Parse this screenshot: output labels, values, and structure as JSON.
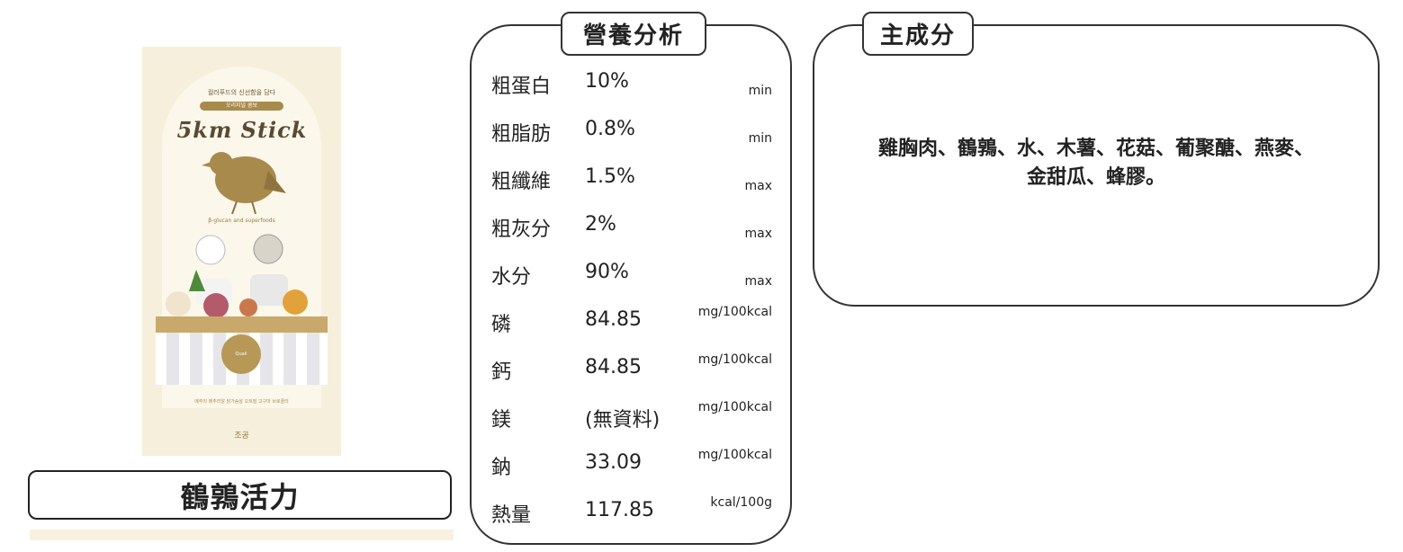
{
  "product": {
    "name": "鶴鶉活力",
    "package": {
      "top_text": "컬러푸드의 신선함을 담다",
      "pill_text": "오리지널 콤보",
      "logo": "5km Stick",
      "sub_text": "β-glucan and superfoods",
      "label_text": "Quail",
      "bottom_text": "메추리 메추리알 닭가슴살 오트밀 고구마 브로콜리",
      "brand": "조공"
    }
  },
  "nutrition": {
    "title": "營養分析",
    "rows": [
      {
        "item": "粗蛋白",
        "value": "10%",
        "unit": "min"
      },
      {
        "item": "粗脂肪",
        "value": "0.8%",
        "unit": "min"
      },
      {
        "item": "粗纖維",
        "value": "1.5%",
        "unit": "max"
      },
      {
        "item": "粗灰分",
        "value": "2%",
        "unit": "max"
      },
      {
        "item": "水分",
        "value": "90%",
        "unit": "max"
      },
      {
        "item": "磷",
        "value": "84.85",
        "unit": "mg/100kcal"
      },
      {
        "item": "鈣",
        "value": "84.85",
        "unit": "mg/100kcal"
      },
      {
        "item": "鎂",
        "value": "(無資料)",
        "unit": "mg/100kcal"
      },
      {
        "item": "鈉",
        "value": "33.09",
        "unit": "mg/100kcal"
      },
      {
        "item": "熱量",
        "value": "117.85",
        "unit": "kcal/100g"
      }
    ]
  },
  "ingredients": {
    "title": "主成分",
    "line1": "雞胸肉、鶴鶉、水、木薯、花菇、葡聚醣、燕麥、",
    "line2": "金甜瓜、蜂膠。"
  }
}
